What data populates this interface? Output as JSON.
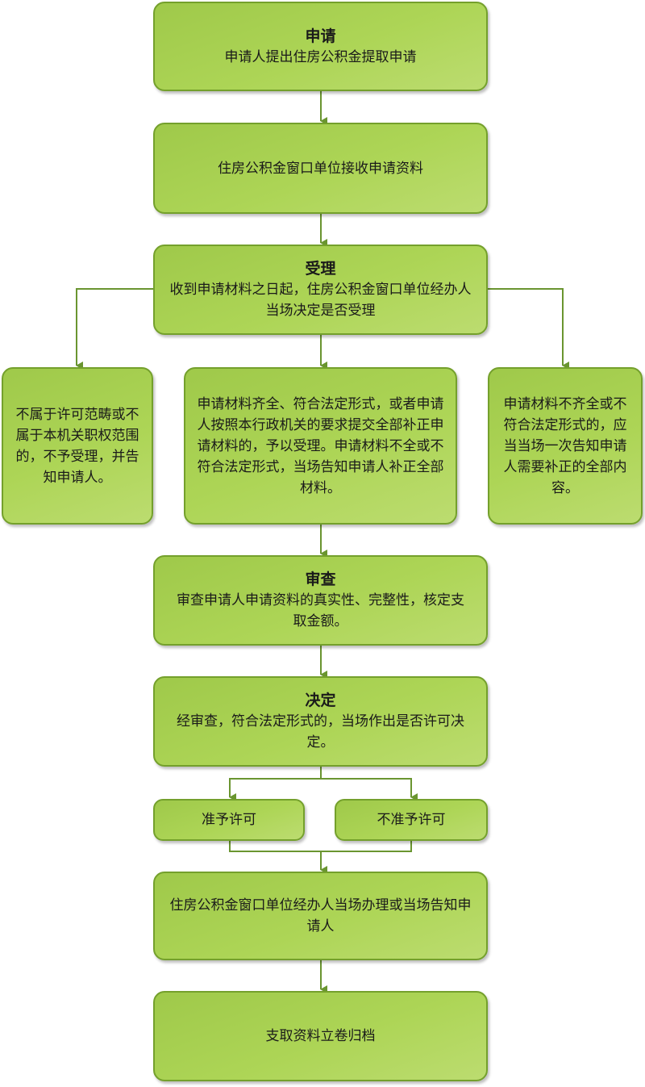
{
  "colors": {
    "fill": "#add556",
    "border": "#74a02c",
    "line": "#6a9530"
  },
  "steps": {
    "apply": {
      "title": "申请",
      "text": "申请人提出住房公积金提取申请"
    },
    "receive": {
      "text": "住房公积金窗口单位接收申请资料"
    },
    "accept": {
      "title": "受理",
      "text": "收到申请材料之日起，住房公积金窗口单位经办人当场决定是否受理"
    },
    "reject": {
      "text": "不属于许可范畴或不属于本机关职权范围的，不予受理，并告知申请人。"
    },
    "complete": {
      "text": "申请材料齐全、符合法定形式，或者申请人按照本行政机关的要求提交全部补正申请材料的，予以受理。申请材料不全或不符合法定形式，当场告知申请人补正全部材料。"
    },
    "incomplete": {
      "text": "申请材料不齐全或不符合法定形式的，应当当场一次告知申请人需要补正的全部内容。"
    },
    "review": {
      "title": "审查",
      "text": "审查申请人申请资料的真实性、完整性，核定支取金额。"
    },
    "decide": {
      "title": "决定",
      "text": "经审查，符合法定形式的，当场作出是否许可决定。"
    },
    "approve": {
      "text": "准予许可"
    },
    "deny": {
      "text": "不准予许可"
    },
    "handle": {
      "text": "住房公积金窗口单位经办人当场办理或当场告知申请人"
    },
    "archive": {
      "text": "支取资料立卷归档"
    }
  }
}
